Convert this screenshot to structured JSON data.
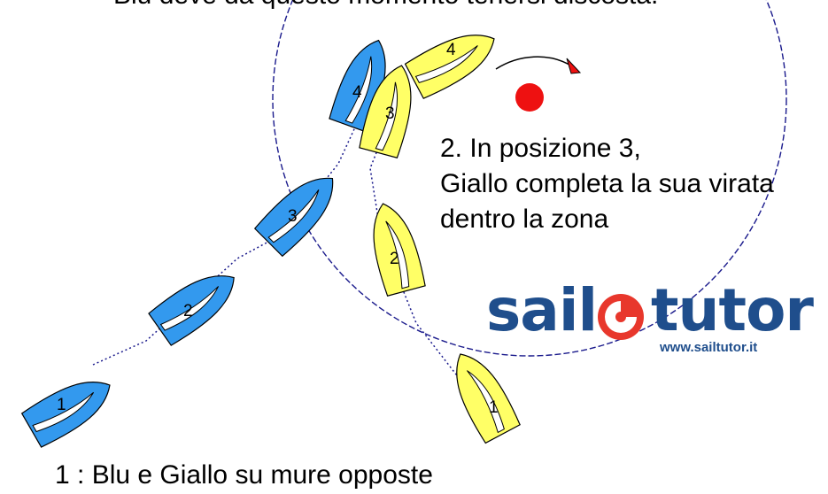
{
  "captions": {
    "top": "Blu deve da questo momento tenersi discosta.",
    "middle": {
      "line1": "2. In posizione 3,",
      "line2": "Giallo completa la sua virata",
      "line3": "dentro la zona"
    },
    "bottom": "1 : Blu e Giallo su mure opposte"
  },
  "logo": {
    "word_left": "sail",
    "word_right": "tutor",
    "url": "www.sailtutor.it"
  },
  "boats": {
    "blue": {
      "color": "#3399ee",
      "positions": [
        "1",
        "2",
        "3",
        "4"
      ]
    },
    "yellow": {
      "color": "#ffff66",
      "positions": [
        "1",
        "2",
        "3",
        "4"
      ]
    }
  },
  "colors": {
    "mark": "#ee1111",
    "zone_circle": "#1a1a8c",
    "logo_blue": "#1f4e8c",
    "logo_red": "#e8372c"
  }
}
